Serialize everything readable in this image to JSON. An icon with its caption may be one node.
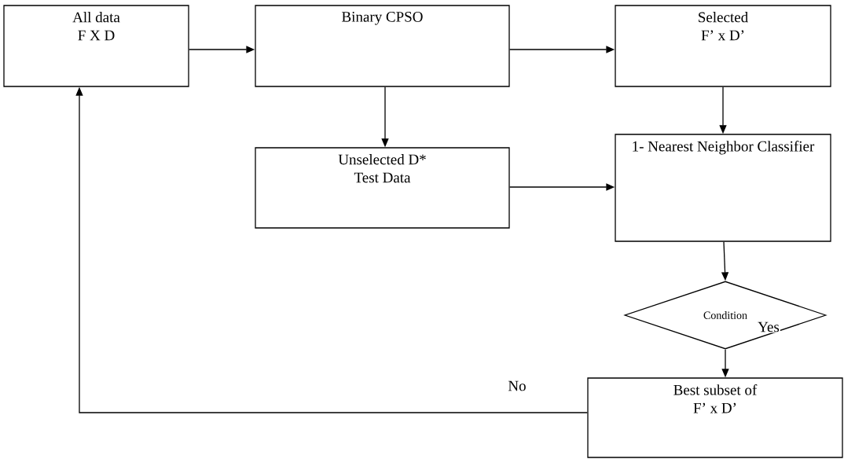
{
  "diagram": {
    "nodes": [
      {
        "text": [
          "All data",
          "F X D"
        ]
      },
      {
        "text": [
          "Binary CPSO"
        ]
      },
      {
        "text": [
          "Selected",
          "F’ x D’"
        ]
      },
      {
        "text": [
          "Unselected D*",
          "Test Data"
        ]
      },
      {
        "text": [
          "1- Nearest Neighbor Classifier"
        ]
      },
      {
        "text": [
          "Condition"
        ]
      },
      {
        "text": [
          "Best subset of",
          "F’ x D’"
        ]
      }
    ],
    "edges": [
      {
        "from": 0,
        "to": 1,
        "arrow": "to"
      },
      {
        "from": 1,
        "to": 2,
        "arrow": "to"
      },
      {
        "from": 1,
        "to": 3,
        "arrow": "to"
      },
      {
        "from": 2,
        "to": 4,
        "arrow": "to"
      },
      {
        "from": 3,
        "to": 4,
        "arrow": "to"
      },
      {
        "from": 4,
        "to": 5,
        "arrow": "to"
      },
      {
        "from": 5,
        "to": 6,
        "arrow": "to",
        "label": "Yes"
      },
      {
        "from": 6,
        "to": 0,
        "arrow": "to",
        "label": "No"
      }
    ]
  }
}
